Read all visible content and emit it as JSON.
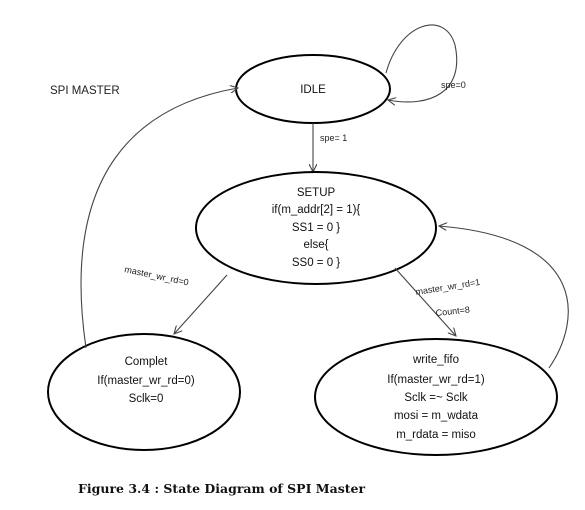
{
  "title": "SPI MASTER",
  "states": {
    "idle": {
      "lines": [
        "IDLE"
      ]
    },
    "setup": {
      "lines": [
        "SETUP",
        "if(m_addr[2] = 1){",
        "SS1 = 0 }",
        "else{",
        "SS0 = 0 }"
      ]
    },
    "complet": {
      "lines": [
        "Complet",
        "If(master_wr_rd=0)",
        "Sclk=0"
      ]
    },
    "write_fifo": {
      "lines": [
        "write_fifo",
        "If(master_wr_rd=1)",
        "Sclk =~ Sclk",
        "mosi = m_wdata",
        "m_rdata = miso"
      ]
    }
  },
  "transitions": {
    "idle_self": "spe=0",
    "idle_to_setup": "spe= 1",
    "setup_to_complet": "master_wr_rd=0",
    "setup_to_write_a": "master_wr_rd=1",
    "setup_to_write_b": "Count=8"
  },
  "caption": "Figure 3.4 : State Diagram of SPI Master"
}
